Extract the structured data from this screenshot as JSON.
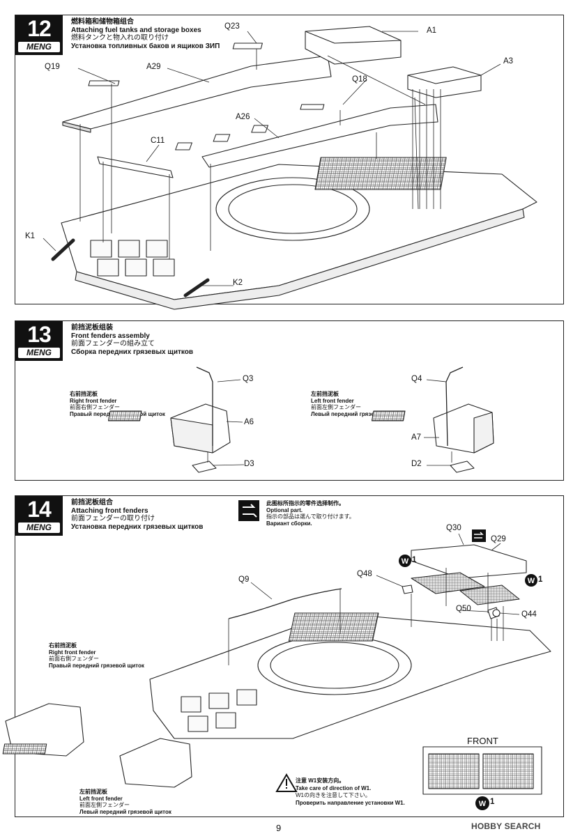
{
  "brand": "MENG",
  "steps": [
    {
      "number": "12",
      "titles": [
        "燃料箱和储物箱组合",
        "Attaching fuel tanks and storage boxes",
        "燃料タンクと物入れの取り付け",
        "Установка топливных баков и ящиков ЗИП"
      ],
      "parts": [
        "Q23",
        "A1",
        "A3",
        "Q19",
        "A29",
        "Q18",
        "A26",
        "C11",
        "K1",
        "K2"
      ]
    },
    {
      "number": "13",
      "titles": [
        "前挡泥板组装",
        "Front fenders assembly",
        "前面フェンダーの組み立て",
        "Сборка передних грязевых щитков"
      ],
      "right_fender": [
        "右前挡泥板",
        "Right front fender",
        "前面右側フェンダー",
        "Правый передний грязевой щиток"
      ],
      "left_fender": [
        "左前挡泥板",
        "Left front fender",
        "前面左側フェンダー",
        "Левый передний грязевой щиток"
      ],
      "parts": [
        "Q3",
        "A6",
        "D3",
        "Q4",
        "A7",
        "D2"
      ]
    },
    {
      "number": "14",
      "titles": [
        "前挡泥板组合",
        "Attaching front fenders",
        "前面フェンダーの取り付け",
        "Установка передних грязевых щитков"
      ],
      "optional": [
        "此图标所指示的零件选择制作。",
        "Optional part.",
        "指示の部品は選んで取り付けます。",
        "Вариант сборки."
      ],
      "right_fender": [
        "右前挡泥板",
        "Right front fender",
        "前面右側フェンダー",
        "Правый передний грязевой щиток"
      ],
      "left_fender": [
        "左前挡泥板",
        "Left front fender",
        "前面左側フェンダー",
        "Левый передний грязевой щиток"
      ],
      "parts": [
        "Q30",
        "Q29",
        "Q9",
        "Q48",
        "Q50",
        "Q44"
      ],
      "w_label": "W",
      "w_num": "1",
      "front_label": "FRONT",
      "warnings": [
        "注意 W1安装方向。",
        "Take care of direction of W1.",
        "W1の向きを注意して下さい。",
        "Проверить направление установки W1."
      ]
    }
  ],
  "page_number": "9",
  "watermark": "HOBBY SEARCH"
}
